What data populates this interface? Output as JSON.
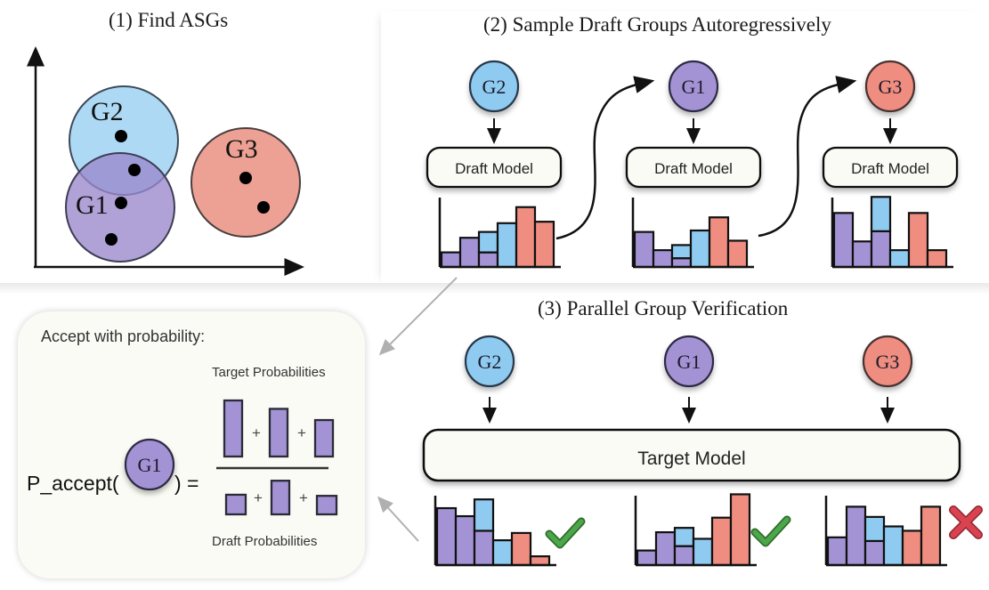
{
  "colors": {
    "purple": "#a493d4",
    "blue": "#8fcbf0",
    "red": "#ee8d80",
    "stroke": "#151515",
    "check": "#4ca64a",
    "cross": "#d9434f",
    "box_bg": "#fbfbf5"
  },
  "panel1": {
    "title": "(1) Find ASGs",
    "groups": [
      {
        "label": "G2",
        "color": "blue"
      },
      {
        "label": "G1",
        "color": "purple"
      },
      {
        "label": "G3",
        "color": "red"
      }
    ]
  },
  "panel2": {
    "title": "(2) Sample Draft Groups Autoregressively",
    "steps": [
      {
        "group": "G2",
        "color": "blue",
        "model_label": "Draft Model"
      },
      {
        "group": "G1",
        "color": "purple",
        "model_label": "Draft Model"
      },
      {
        "group": "G3",
        "color": "red",
        "model_label": "Draft Model"
      }
    ]
  },
  "panel3": {
    "title": "(3) Parallel Group Verification",
    "groups": [
      {
        "group": "G2",
        "color": "blue",
        "verdict": "accept",
        "verdict_icon": "check-icon"
      },
      {
        "group": "G1",
        "color": "purple",
        "verdict": "accept",
        "verdict_icon": "check-icon"
      },
      {
        "group": "G3",
        "color": "red",
        "verdict": "reject",
        "verdict_icon": "cross-icon"
      }
    ],
    "model_label": "Target Model"
  },
  "accept_box": {
    "heading": "Accept with probability:",
    "target_label": "Target Probabilities",
    "draft_label": "Draft Probabilities",
    "formula_prefix": "P_accept(",
    "formula_group": "G1",
    "formula_suffix": ") =",
    "plus": "+",
    "numerator_values": [
      10,
      8.5,
      6.5
    ],
    "denominator_values": [
      3.5,
      6,
      3.3
    ]
  },
  "chart_data": [
    {
      "type": "bar",
      "title": "Draft distribution after G2",
      "stacked": true,
      "ylim": [
        0,
        10
      ],
      "series": [
        {
          "name": "purple",
          "values": [
            2,
            4,
            2,
            0,
            0,
            0
          ]
        },
        {
          "name": "blue",
          "values": [
            0,
            0,
            2.8,
            6,
            0,
            0
          ]
        },
        {
          "name": "red",
          "values": [
            0,
            0,
            0,
            0,
            8.2,
            6.2
          ]
        }
      ]
    },
    {
      "type": "bar",
      "title": "Draft distribution after G1",
      "stacked": true,
      "ylim": [
        0,
        10
      ],
      "series": [
        {
          "name": "purple",
          "values": [
            4.8,
            2.3,
            1.2,
            0,
            0,
            0
          ]
        },
        {
          "name": "blue",
          "values": [
            0,
            0,
            1.8,
            5,
            0,
            0
          ]
        },
        {
          "name": "red",
          "values": [
            0,
            0,
            0,
            0,
            6.8,
            3.6
          ]
        }
      ]
    },
    {
      "type": "bar",
      "title": "Draft distribution after G3",
      "stacked": true,
      "ylim": [
        0,
        10
      ],
      "series": [
        {
          "name": "purple",
          "values": [
            7.4,
            3.5,
            4.9,
            0,
            0,
            0
          ]
        },
        {
          "name": "blue",
          "values": [
            0,
            0,
            4.7,
            2.3,
            0,
            0
          ]
        },
        {
          "name": "red",
          "values": [
            0,
            0,
            0,
            0,
            7.4,
            2.3
          ]
        }
      ]
    },
    {
      "type": "bar",
      "title": "Target distribution for G2",
      "stacked": true,
      "ylim": [
        0,
        10
      ],
      "series": [
        {
          "name": "purple",
          "values": [
            7.8,
            6.7,
            4.7,
            0,
            0,
            0
          ]
        },
        {
          "name": "blue",
          "values": [
            0,
            0,
            4.3,
            3.4,
            0,
            0
          ]
        },
        {
          "name": "red",
          "values": [
            0,
            0,
            0,
            0,
            4.4,
            1.2
          ]
        }
      ]
    },
    {
      "type": "bar",
      "title": "Target distribution for G1",
      "stacked": true,
      "ylim": [
        0,
        10
      ],
      "series": [
        {
          "name": "purple",
          "values": [
            2,
            4.5,
            2.6,
            0,
            0,
            0
          ]
        },
        {
          "name": "blue",
          "values": [
            0,
            0,
            2.5,
            3.6,
            0,
            0
          ]
        },
        {
          "name": "red",
          "values": [
            0,
            0,
            0,
            0,
            6.5,
            9.7
          ]
        }
      ]
    },
    {
      "type": "bar",
      "title": "Target distribution for G3",
      "stacked": true,
      "ylim": [
        0,
        10
      ],
      "series": [
        {
          "name": "purple",
          "values": [
            3.8,
            8,
            3.3,
            0,
            0,
            0
          ]
        },
        {
          "name": "blue",
          "values": [
            0,
            0,
            3.3,
            5.3,
            0,
            0
          ]
        },
        {
          "name": "red",
          "values": [
            0,
            0,
            0,
            0,
            4.7,
            8
          ]
        }
      ]
    }
  ]
}
